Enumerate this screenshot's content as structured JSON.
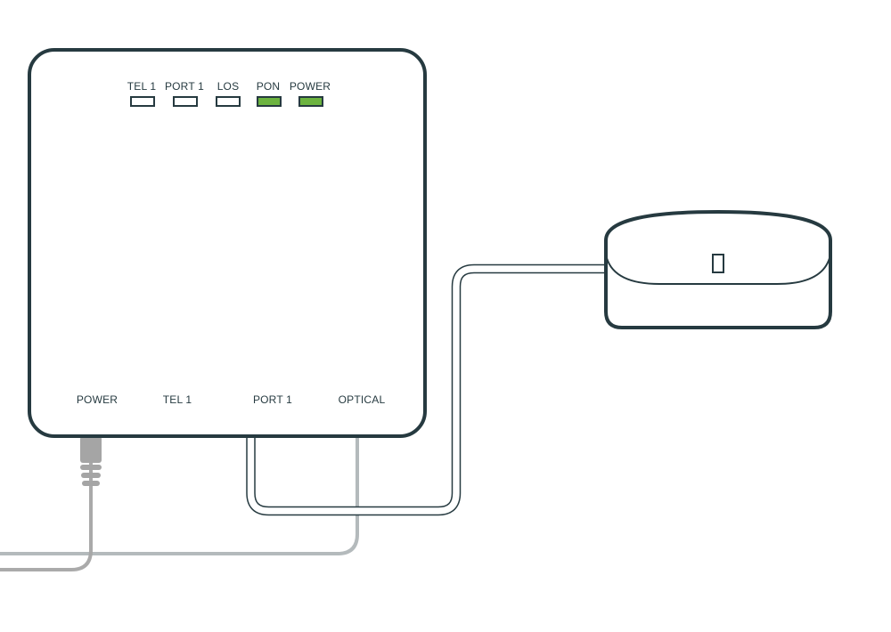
{
  "router": {
    "indicators": [
      {
        "label": "TEL 1",
        "state": "off"
      },
      {
        "label": "PORT 1",
        "state": "off"
      },
      {
        "label": "LOS",
        "state": "off"
      },
      {
        "label": "PON",
        "state": "on"
      },
      {
        "label": "POWER",
        "state": "on"
      }
    ],
    "ports": [
      "POWER",
      "TEL 1",
      "PORT 1",
      "OPTICAL"
    ]
  },
  "colors": {
    "outline": "#263a40",
    "led_on": "#6cb33f",
    "led_off": "#ffffff",
    "power_cable": "#a5a5a5",
    "optical_cable": "#b4babc"
  }
}
